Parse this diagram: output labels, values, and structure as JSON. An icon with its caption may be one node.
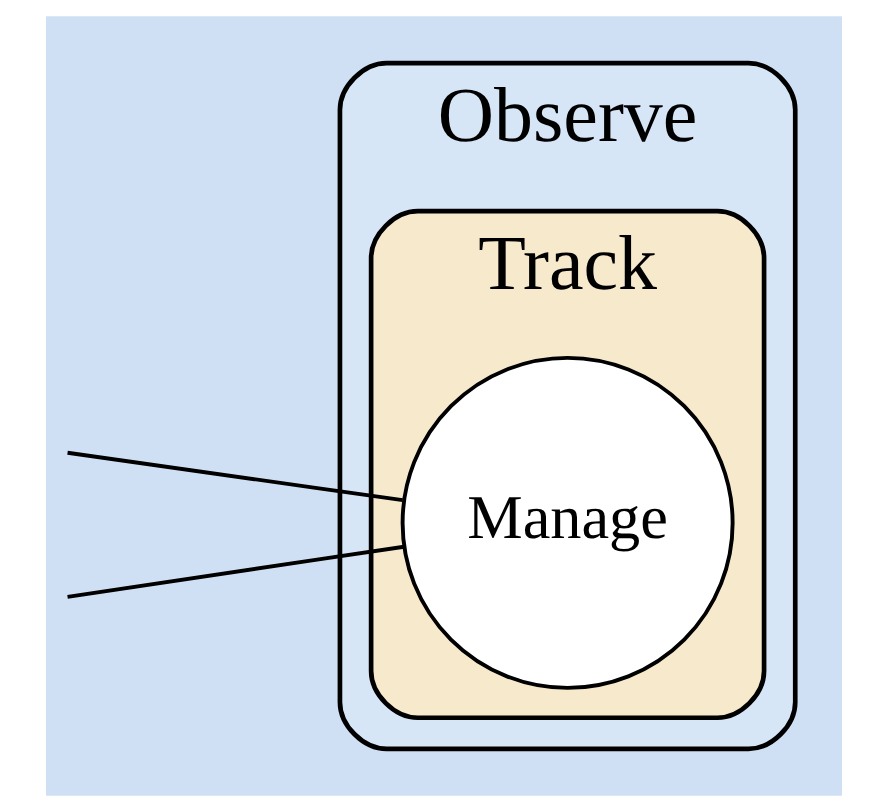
{
  "diagram": {
    "nodes": [
      {
        "text": [
          "Observe"
        ]
      },
      {
        "text": [
          "Track"
        ],
        "in": 0
      },
      {
        "text": [
          "Manage"
        ],
        "in": 1
      }
    ],
    "edges": [
      {
        "from": null,
        "to": 2,
        "arrow": "none"
      },
      {
        "from": null,
        "to": 2,
        "arrow": "none"
      }
    ]
  }
}
